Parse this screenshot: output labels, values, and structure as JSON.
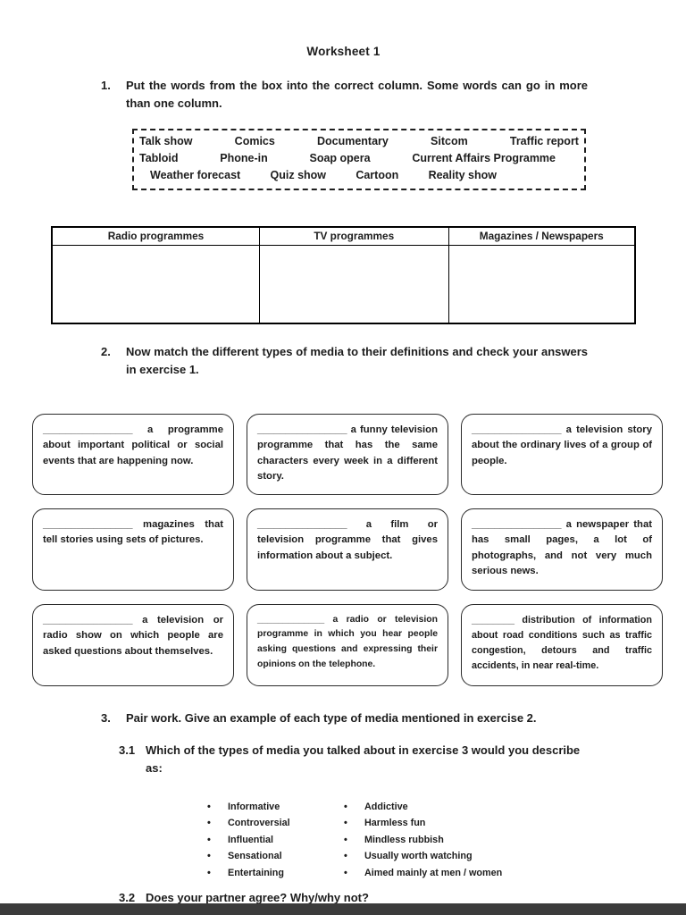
{
  "page": {
    "title": "Worksheet 1"
  },
  "colors": {
    "footer_bar": "#3b3b3b",
    "text": "#1c1c1c"
  },
  "ex1": {
    "num": "1.",
    "text": "Put the words from the box into the correct column. Some words can go in more than one column.",
    "box": {
      "line1": [
        "Talk show",
        "Comics",
        "Documentary",
        "Sitcom",
        "Traffic report"
      ],
      "line2": [
        "Tabloid",
        "Phone-in",
        "Soap opera",
        "Current Affairs Programme"
      ],
      "line3": [
        "Weather forecast",
        "Quiz show",
        "Cartoon",
        "Reality show"
      ]
    },
    "table": {
      "headers": [
        "Radio programmes",
        "TV programmes",
        "Magazines / Newspapers"
      ]
    }
  },
  "ex2": {
    "num": "2.",
    "text": "Now match the different types of media to their definitions and check your answers in exercise 1.",
    "defs": [
      "________________ a programme about important political or social events that are happening now.",
      "________________ a funny television programme that has the same characters every week in a different story.",
      "________________ a television story about the ordinary lives of a group of people.",
      "________________ magazines that tell stories using sets of pictures.",
      "________________ a film or television programme that gives information about a subject.",
      "________________ a newspaper that has small pages, a lot of photographs, and not very much serious news.",
      "________________ a television or radio show on which people are asked questions about themselves.",
      "_____________ a radio or television programme in which you hear people asking questions and expressing their opinions on the telephone.",
      "________ distribution of information about road conditions such as traffic congestion, detours and traffic accidents, in near real-time."
    ]
  },
  "ex3": {
    "num": "3.",
    "text": "Pair work. Give an example of each type of media mentioned in exercise 2.",
    "sub1_num": "3.1",
    "sub1_text": "Which of the types of media you talked about in exercise 3 would you describe as:",
    "bullets_left": [
      "Informative",
      "Controversial",
      "Influential",
      "Sensational",
      "Entertaining"
    ],
    "bullets_right": [
      "Addictive",
      "Harmless fun",
      "Mindless rubbish",
      "Usually worth watching",
      "Aimed mainly at men / women"
    ],
    "sub2_num": "3.2",
    "sub2_text": "Does your partner agree? Why/why not?"
  }
}
